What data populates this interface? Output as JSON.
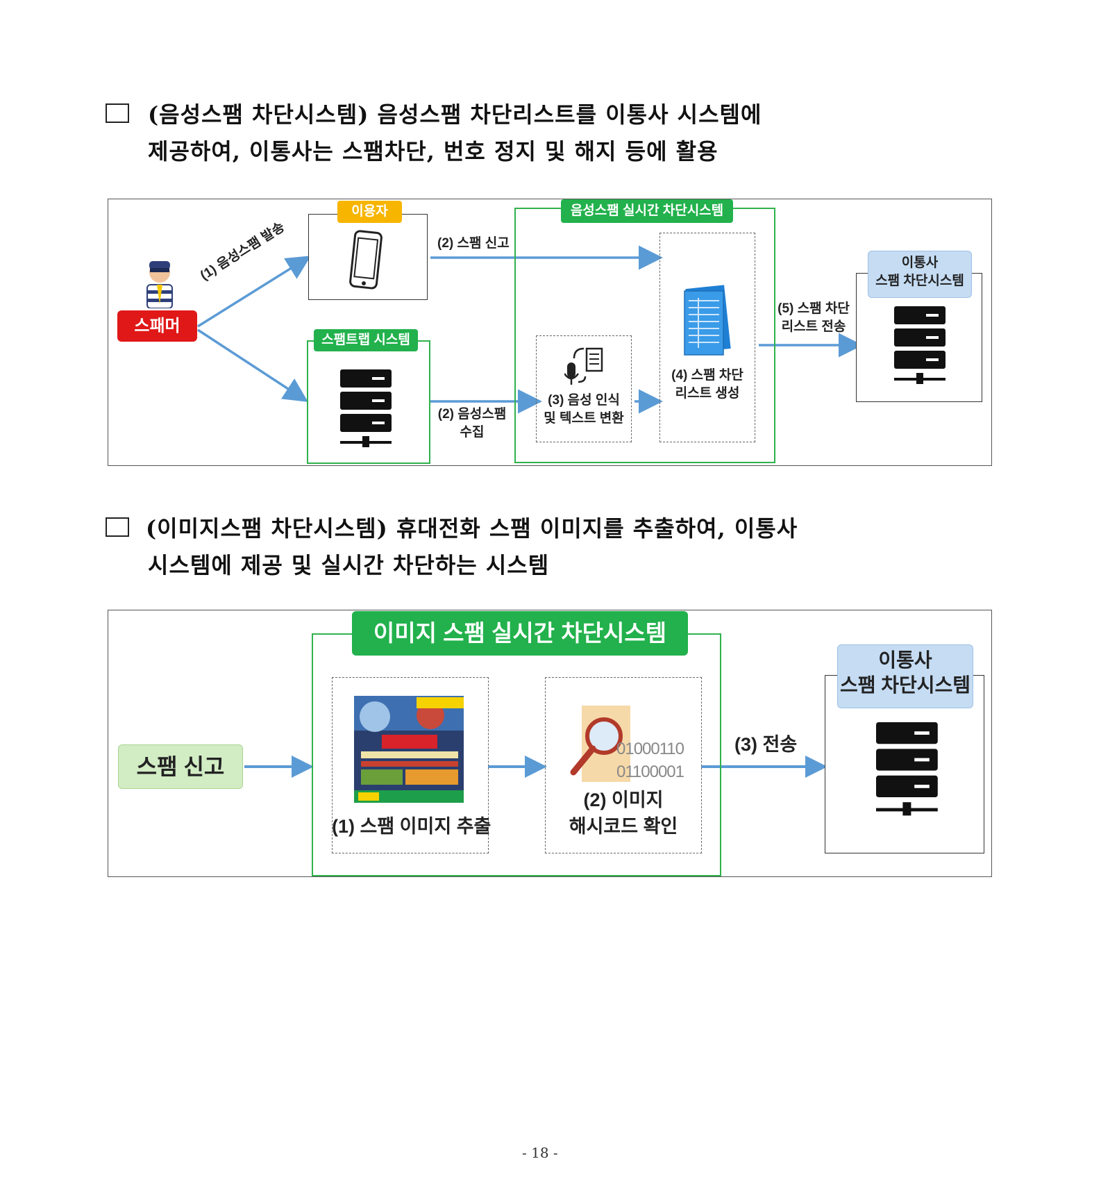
{
  "section1": {
    "line1": "(음성스팸 차단시스템) 음성스팸 차단리스트를 이통사 시스템에",
    "line2": "제공하여, 이통사는 스팸차단, 번호 정지 및 해지 등에 활용"
  },
  "diagram1": {
    "spammer_label": "스패머",
    "user_tag": "이용자",
    "spamtrap_tag": "스팸트랩 시스템",
    "realtime_tag": "음성스팸 실시간 차단시스템",
    "step1": "(1) 음성스팸 발송",
    "step2a": "(2) 스팸 신고",
    "step2b_l1": "(2) 음성스팸",
    "step2b_l2": "수집",
    "step3_l1": "(3) 음성 인식",
    "step3_l2": "및 텍스트 변환",
    "step4_l1": "(4) 스팸 차단",
    "step4_l2": "리스트 생성",
    "step5_l1": "(5) 스팸 차단",
    "step5_l2": "리스트 전송",
    "carrier_l1": "이통사",
    "carrier_l2": "스팸 차단시스템"
  },
  "section2": {
    "line1": "(이미지스팸 차단시스템) 휴대전화 스팸 이미지를 추출하여, 이통사",
    "line2": "시스템에 제공 및 실시간 차단하는 시스템"
  },
  "diagram2": {
    "realtime_tag": "이미지 스팸 실시간 차단시스템",
    "report_label": "스팸 신고",
    "step1": "(1) 스팸 이미지 추출",
    "step2_l1": "(2) 이미지",
    "step2_l2": "해시코드 확인",
    "step3": "(3) 전송",
    "binary1": "01000110",
    "binary2": "01100001",
    "carrier_l1": "이통사",
    "carrier_l2": "스팸 차단시스템"
  },
  "footer": {
    "page": "- 18 -"
  },
  "colors": {
    "arrow": "#5b9bd5",
    "green": "#22b14c",
    "red": "#e01818",
    "orange": "#f7b500"
  }
}
